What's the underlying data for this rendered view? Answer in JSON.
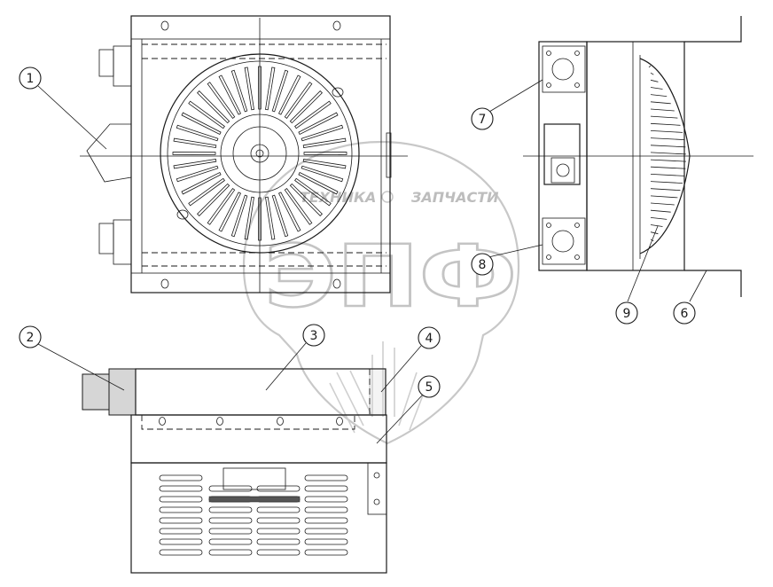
{
  "callouts": [
    "1",
    "2",
    "3",
    "4",
    "5",
    "6",
    "7",
    "8",
    "9"
  ],
  "watermark": {
    "line1_left": "ТЕХНИКА",
    "line1_right": "ЗАПЧАСТИ",
    "logo": "ЭПФ"
  }
}
